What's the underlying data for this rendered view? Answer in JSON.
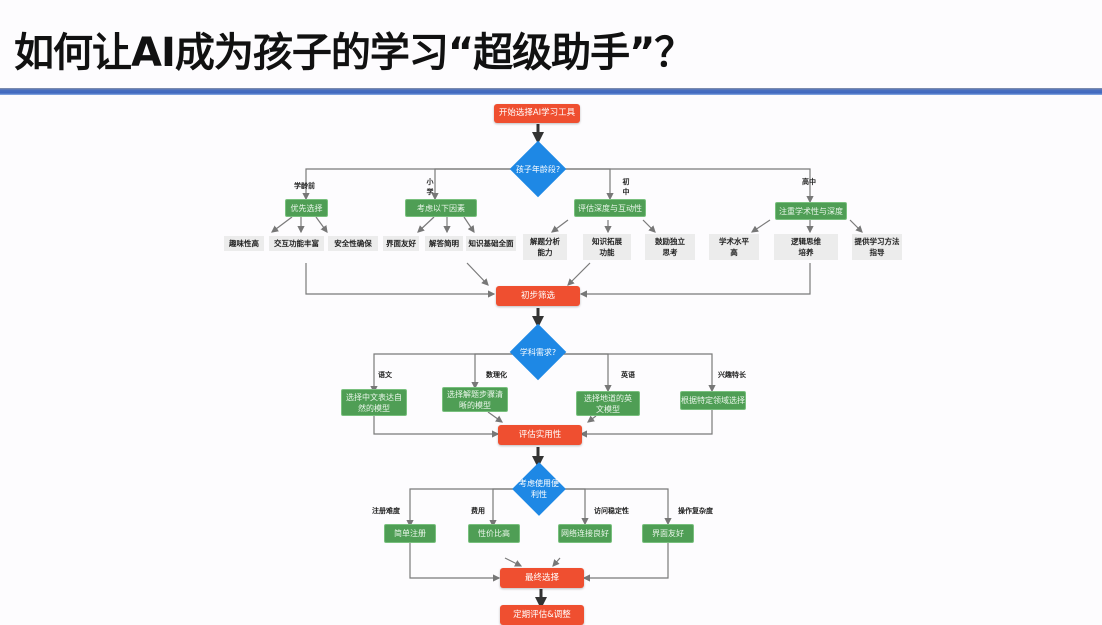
{
  "title": "如何让AI成为孩子的学习“超级助手”？",
  "colors": {
    "title_bar": "#3f68c0",
    "start_node": "#ef4f30",
    "decision_node": "#1e88e5",
    "action_node": "#4f9e55",
    "leaf_node": "#ececec",
    "edge": "#777777"
  },
  "flowchart": {
    "start": "开始选择AI学习工具",
    "decision_age": "孩子年龄段?",
    "age_branches": [
      {
        "label": "学龄前",
        "action": "优先选择",
        "leaves": [
          "趣味性高",
          "交互功能丰富",
          "安全性确保"
        ]
      },
      {
        "label": "小学",
        "action": "考虑以下因素",
        "leaves": [
          "界面友好",
          "解答简明",
          "知识基础全面"
        ]
      },
      {
        "label": "初中",
        "action": "评估深度与互动性",
        "leaves": [
          "解题分析能力",
          "知识拓展功能",
          "鼓励独立思考"
        ]
      },
      {
        "label": "高中",
        "action": "注重学术性与深度",
        "leaves": [
          "学术水平高",
          "逻辑思维培养",
          "提供学习方法指导"
        ]
      }
    ],
    "screen": "初步筛选",
    "decision_subject": "学科需求?",
    "subject_branches": [
      {
        "label": "语文",
        "action": "选择中文表达自然的模型"
      },
      {
        "label": "数理化",
        "action": "选择解题步骤清晰的模型"
      },
      {
        "label": "英语",
        "action": "选择地道的英文模型"
      },
      {
        "label": "兴趣特长",
        "action": "根据特定领域选择"
      }
    ],
    "evaluate": "评估实用性",
    "decision_convenience": "考虑使用便利性",
    "convenience_branches": [
      {
        "label": "注册难度",
        "action": "简单注册"
      },
      {
        "label": "费用",
        "action": "性价比高"
      },
      {
        "label": "访问稳定性",
        "action": "网络连接良好"
      },
      {
        "label": "操作复杂度",
        "action": "界面友好"
      }
    ],
    "final": "最终选择",
    "review": "定期评估&调整"
  }
}
